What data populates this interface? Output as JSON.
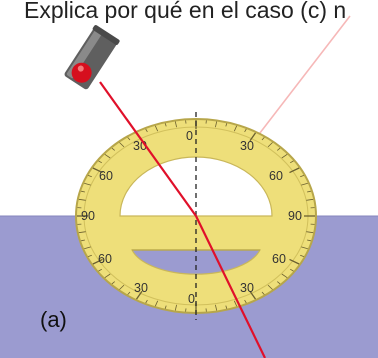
{
  "question": "Explica por qué en el caso (c) n",
  "panel_label": "(a)",
  "protractor_scale": {
    "upper_labels": [
      "90",
      "60",
      "30",
      "0",
      "30",
      "60",
      "90"
    ],
    "lower_labels": [
      "90",
      "60",
      "30",
      "0",
      "30",
      "60",
      "90"
    ]
  },
  "colors": {
    "water": "#9b9bd0",
    "protractor_fill": "#eedf7a",
    "protractor_edge": "#b7a64a",
    "incident_ray": "#e0102a",
    "reflected_ray": "#f6b8b8",
    "laser_body": "#5f5f5f",
    "laser_tip": "#d60f1e"
  },
  "icons": [
    "laser-pointer-icon"
  ]
}
